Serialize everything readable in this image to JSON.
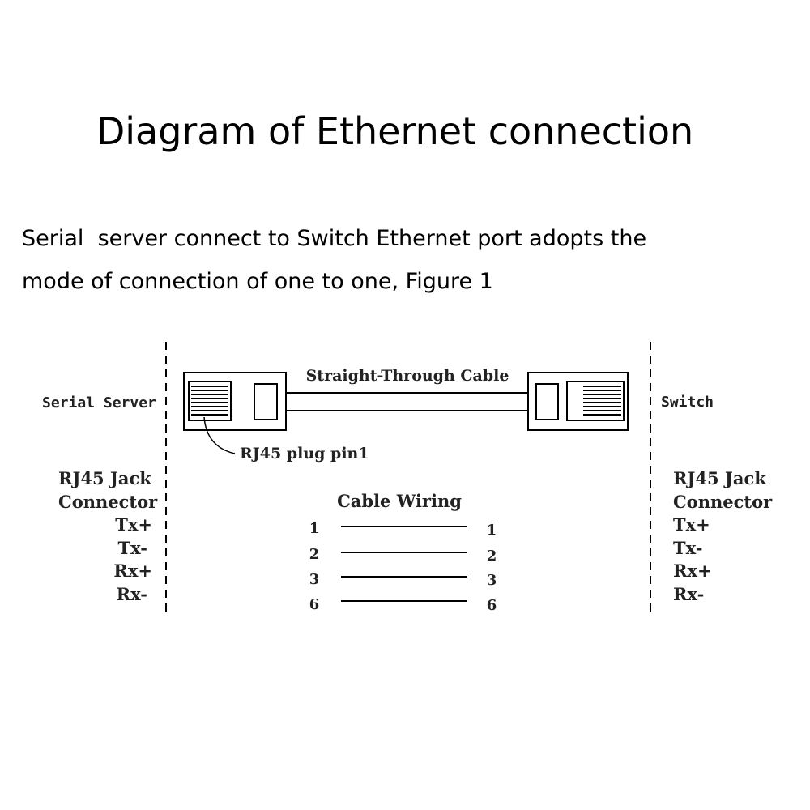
{
  "title": "Diagram of Ethernet connection",
  "description": {
    "line1": "Serial  server connect to Switch Ethernet port adopts the",
    "line2": "mode of connection of one to one, Figure 1"
  },
  "diagram": {
    "cable_label": "Straight-Through Cable",
    "left_device": "Serial Server",
    "right_device": "Switch",
    "plug_label": "RJ45 plug pin1",
    "wiring_title": "Cable Wiring",
    "left_connector": {
      "title_line1": "RJ45 Jack",
      "title_line2": "Connector",
      "signals": [
        "Tx+",
        "Tx-",
        "Rx+",
        "Rx-"
      ]
    },
    "right_connector": {
      "title_line1": "RJ45 Jack",
      "title_line2": "Connector",
      "signals": [
        "Tx+",
        "Tx-",
        "Rx+",
        "Rx-"
      ]
    },
    "wires": [
      {
        "left": "1",
        "right": "1"
      },
      {
        "left": "2",
        "right": "2"
      },
      {
        "left": "3",
        "right": "3"
      },
      {
        "left": "6",
        "right": "6"
      }
    ]
  }
}
